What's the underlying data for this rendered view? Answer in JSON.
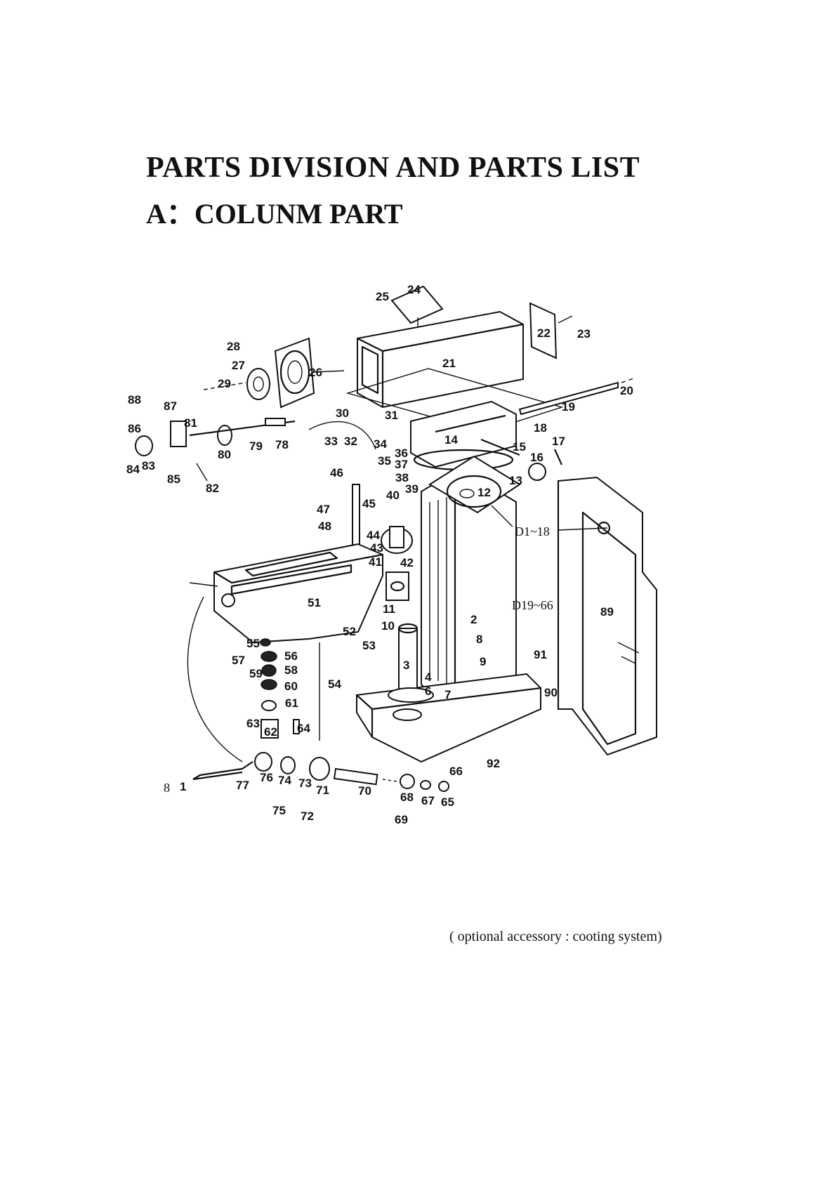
{
  "title": "PARTS DIVISION AND PARTS LIST",
  "subtitle": "A：COLUNM PART",
  "footnote": "( optional accessory : cooting system)",
  "range_labels": [
    "D1~18",
    "D19~66"
  ],
  "part_labels": [
    "1",
    "2",
    "3",
    "4",
    "6",
    "7",
    "8",
    "9",
    "10",
    "11",
    "12",
    "13",
    "14",
    "15",
    "16",
    "17",
    "18",
    "19",
    "20",
    "21",
    "22",
    "23",
    "24",
    "25",
    "26",
    "27",
    "28",
    "29",
    "30",
    "31",
    "32",
    "33",
    "34",
    "35",
    "36",
    "37",
    "38",
    "39",
    "40",
    "41",
    "42",
    "43",
    "44",
    "45",
    "46",
    "47",
    "48",
    "51",
    "52",
    "53",
    "54",
    "55",
    "56",
    "57",
    "58",
    "59",
    "60",
    "61",
    "62",
    "63",
    "64",
    "65",
    "66",
    "67",
    "68",
    "69",
    "70",
    "71",
    "72",
    "73",
    "74",
    "75",
    "76",
    "77",
    "78",
    "79",
    "80",
    "81",
    "82",
    "83",
    "84",
    "85",
    "86",
    "87",
    "88",
    "89",
    "90",
    "91",
    "92"
  ],
  "stray_mark": "8"
}
